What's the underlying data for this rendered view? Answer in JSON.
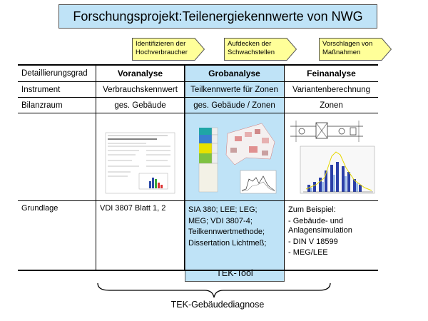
{
  "title": "Forschungsprojekt:Teilenergiekennwerte von NWG",
  "arrows": [
    {
      "line1": "Identifizieren der",
      "line2": "Hochverbraucher"
    },
    {
      "line1": "Aufdecken der",
      "line2": "Schwachstellen"
    },
    {
      "line1": "Vorschlagen von",
      "line2": "Maßnahmen"
    }
  ],
  "table": {
    "header": {
      "label": "Detaillierungsgrad",
      "col1": "Voranalyse",
      "col2": "Grobanalyse",
      "col3": "Feinanalyse"
    },
    "instrument": {
      "label": "Instrument",
      "col1": "Verbrauchskennwert",
      "col2": "Teilkennwerte für Zonen",
      "col3": "Variantenberechnung"
    },
    "bilanzraum": {
      "label": "Bilanzraum",
      "col1": "ges. Gebäude",
      "col2": "ges. Gebäude / Zonen",
      "col3": "Zonen"
    },
    "grundlage": {
      "label": "Grundlage",
      "col1": "VDI 3807 Blatt 1, 2",
      "col2_lines": [
        "SIA 380; LEE; LEG;",
        "MEG; VDI 3807-4;",
        "Teilkennwertmethode;",
        "Dissertation Lichtmeß;"
      ],
      "col3_intro": "Zum Beispiel:",
      "col3_items": [
        "- Gebäude- und Anlagensimulation",
        "- DIN V 18599",
        "- MEG/LEE"
      ]
    }
  },
  "tek_tool": "TEK-Tool",
  "tek_diagnose": "TEK-Gebäudediagnose",
  "colors": {
    "title_bg": "#bfe3f7",
    "arrow_fill": "#ffff99",
    "grob_bg": "#bfe3f7"
  }
}
